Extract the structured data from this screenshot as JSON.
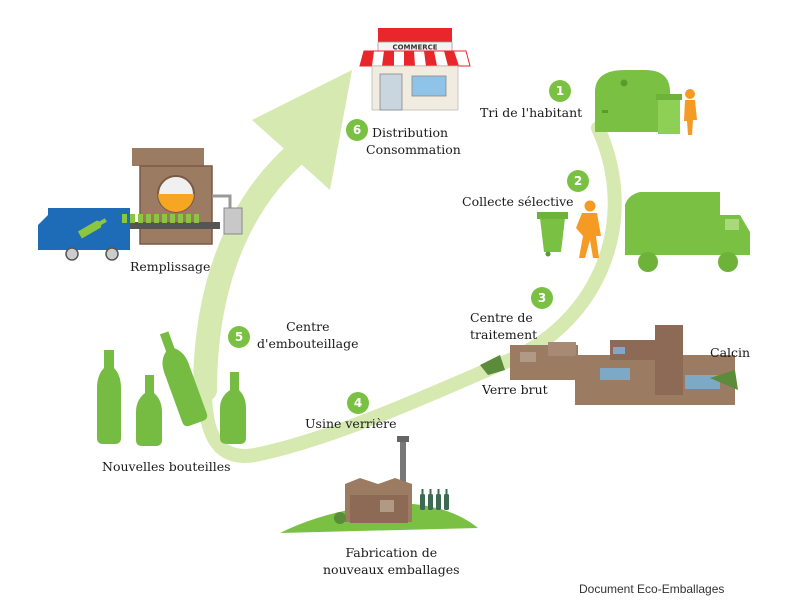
{
  "colors": {
    "accent_green": "#7ac143",
    "cycle_green": "#d6e9b0",
    "bottle_green": "#76bc42",
    "orange": "#f59b24",
    "brown": "#8c6a55",
    "shop_red": "#e8262b",
    "truck_blue": "#1e6bb8"
  },
  "steps": [
    {
      "number": "1",
      "lines": [
        "Tri de l'habitant"
      ]
    },
    {
      "number": "2",
      "lines": [
        "Collecte sélective"
      ]
    },
    {
      "number": "3",
      "lines": [
        "Centre de",
        "traitement"
      ]
    },
    {
      "number": "4",
      "lines": [
        "Usine verrière"
      ]
    },
    {
      "number": "5",
      "lines": [
        "Centre",
        "d'embouteillage"
      ]
    },
    {
      "number": "6",
      "lines": [
        "Distribution",
        "Consommation"
      ]
    }
  ],
  "labels": {
    "verre_brut": "Verre brut",
    "calcin": "Calcin",
    "fabrication": [
      "Fabrication de",
      "nouveaux emballages"
    ],
    "nouvelles_bouteilles": "Nouvelles bouteilles",
    "remplissage": "Remplissage",
    "commerce_sign": "COMMERCE"
  },
  "credit": "Document Eco-Emballages"
}
